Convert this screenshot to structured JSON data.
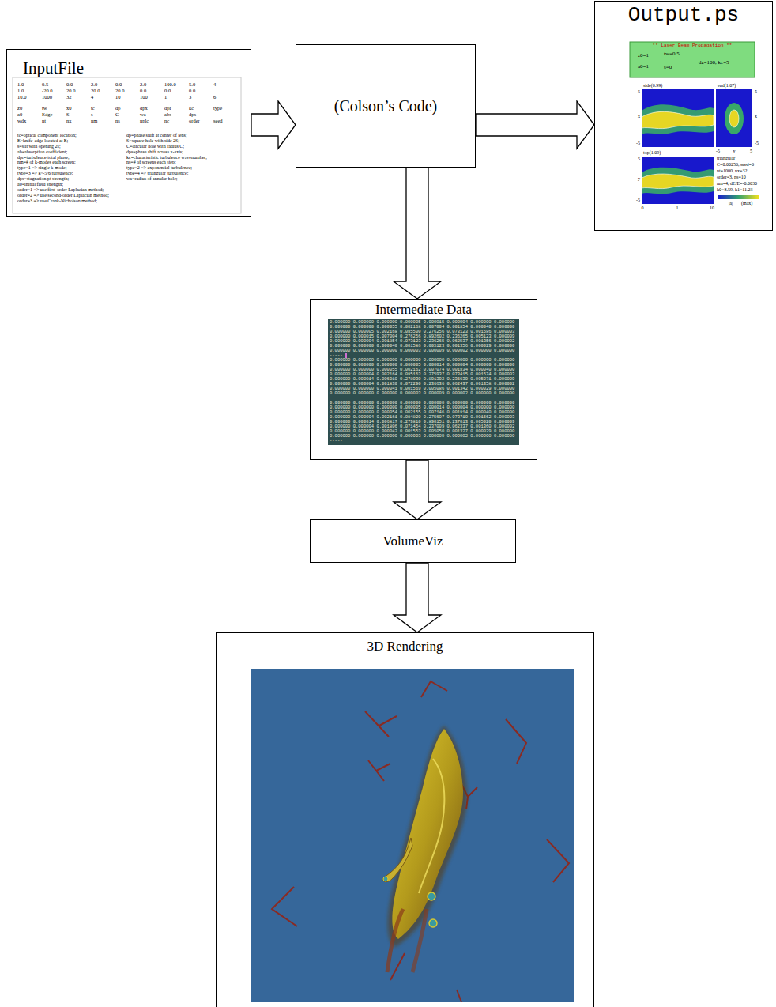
{
  "diagram": {
    "nodes": [
      {
        "text": [
          "InputFile"
        ]
      },
      {
        "text": [
          "(Colson’s Code)"
        ]
      },
      {
        "text": [
          "Output.ps"
        ]
      },
      {
        "text": [
          "Intermediate Data"
        ]
      },
      {
        "text": [
          "VolumeViz"
        ]
      },
      {
        "text": [
          "3D Rendering"
        ]
      }
    ],
    "edges": [
      {
        "from": 0,
        "to": 1,
        "arrow": "to"
      },
      {
        "from": 1,
        "to": 2,
        "arrow": "to"
      },
      {
        "from": 1,
        "to": 3,
        "arrow": "to"
      },
      {
        "from": 3,
        "to": 4,
        "arrow": "to"
      },
      {
        "from": 4,
        "to": 5,
        "arrow": "to"
      }
    ],
    "labels": [
      "1.0",
      "0.5",
      "0.0",
      "2.0",
      "0.0",
      "2.0",
      "100.0",
      "5.0",
      "4",
      "1.0",
      "-20.0",
      "20.0",
      "20.0",
      "20.0",
      "0.0",
      "0.0",
      "0.0",
      "10.0",
      "1000",
      "32",
      "4",
      "10",
      "100",
      "1",
      "3",
      "6",
      "z0",
      "tw",
      "x0",
      "tc",
      "dp",
      "dpx",
      "dpr",
      "kc",
      "type",
      "a0",
      "Edge",
      "S",
      "s",
      "C",
      "wa",
      "abs",
      "dps",
      "wdx",
      "nt",
      "nx",
      "nm",
      "ns",
      "nplc",
      "nc",
      "order",
      "seed",
      "tc=optical component location;",
      "dp=phase shift at center of lens;",
      "E=knife-edge located at E;",
      "S=square hole with side 2S;",
      "s=slit with opening 2s;",
      "C=circular hole with radius C;",
      "ab=absorption coefficient;",
      "dps=phase shift across x-axis;",
      "dpr=turbulence total phase;",
      "kc=characteristic turbulence wavenumber;",
      "nm=# of k-modes each screen;",
      "ns=# of screens each step;",
      "type=1 => single k-mode;",
      "type=2 => exponential turbulence;",
      "type=3 => k^-5/6 turbulence;",
      "type=4 => triangular turbulence;",
      "dps=stagnation pt strength;",
      "wa=radius of annular hole;",
      "a0=initial field strength;",
      "order=1 => use first-order Laplacian method;",
      "order=2 => use second-order Laplacian method;",
      "order=3 => use Crank-Nicholson method;",
      "** Laser Beam Propagation **",
      "z0=1",
      "tw=0.5",
      "dz=100, kc=5",
      "a0=1",
      "s=0",
      "side(0.99)",
      "end(1.07)",
      "5",
      "x",
      "-5",
      "5",
      "x",
      "-5",
      "top(1.09)",
      "5",
      "y",
      "-5",
      "-5",
      "y",
      "5",
      "triangular",
      "C=0.00256, seed=6",
      "nt=1000, nx=32",
      "order=3, ns=10",
      "nm=4, dE/E=-0.0030",
      "k0=8.59, k1=11.23",
      "0",
      "1",
      "10",
      "|a|",
      "(max)",
      "0.000000 0.000000 0.000000 0.000005 0.000015 0.000004 0.000000 0.000000",
      "0.000000 0.000000 0.000055 0.002168 0.007004 0.001854 0.000040 0.000000",
      "0.000000 0.000005 0.002168 0.085500 0.276256 0.073123 0.001586 0.000003",
      "0.000000 0.000015 0.007004 0.276256 0.892602 0.236265 0.005123 0.000009",
      "0.000000 0.000004 0.001854 0.073123 0.236265 0.062537 0.001356 0.000002",
      "0.000000 0.000000 0.000040 0.001586 0.005123 0.001356 0.000029 0.000000",
      "0.000000 0.000000 0.000000 0.000003 0.000009 0.000002 0.000000 0.000000",
      "-----",
      "0.000000 0.000000 0.000000 0.000000 0.000000 0.000000 0.000000 0.000000",
      "0.000000 0.000000 0.000000 0.000005 0.000014 0.000004 0.000000 0.000000",
      "0.000000 0.000000 0.000055 0.002162 0.007074 0.001834 0.000040 0.000000",
      "0.000000 0.000004 0.002164 0.085163 0.275937 0.073415 0.001574 0.000003",
      "0.000000 0.000014 0.006910 0.278030 0.891392 0.236639 0.005071 0.000009",
      "0.000000 0.000004 0.001830 0.072290 0.236636 0.062437 0.001358 0.000002",
      "0.000000 0.000000 0.000041 0.001569 0.005086 0.001342 0.000029 0.000000",
      "0.000000 0.000000 0.000000 0.000003 0.000009 0.000002 0.000000 0.000000",
      "-----",
      "0.000000 0.000000 0.000000 0.000000 0.000000 0.000000 0.000000 0.000000",
      "0.000000 0.000000 0.000000 0.000005 0.000014 0.000004 0.000000 0.000000",
      "0.000000 0.000000 0.000054 0.002155 0.007146 0.001814 0.000040 0.000000",
      "0.000000 0.000004 0.002161 0.084820 0.275607 0.073710 0.001562 0.000003",
      "0.000000 0.000014 0.006817 0.279810 0.890151 0.237013 0.005020 0.000009",
      "0.000000 0.000004 0.001806 0.071454 0.237009 0.062337 0.001360 0.000002",
      "0.000000 0.000000 0.000042 0.001553 0.005050 0.001327 0.000029 0.000000",
      "0.000000 0.000000 0.000000 0.000003 0.000009 0.000002 0.000000 0.000000",
      "-----"
    ]
  }
}
